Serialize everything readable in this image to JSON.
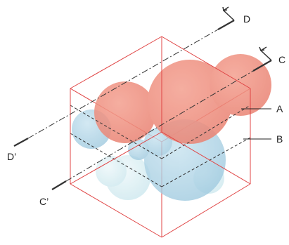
{
  "labels": {
    "d": "D",
    "d_prime": "D’",
    "c": "C",
    "c_prime": "C’",
    "a": "A",
    "b": "B"
  },
  "colors": {
    "cube_edge": "#e04444",
    "red_sphere": "#ef8f80",
    "blue_sphere": "#a8d0e4",
    "pale_sphere": "#d6eef2",
    "section_line": "#333333",
    "leader_line": "#222222"
  }
}
